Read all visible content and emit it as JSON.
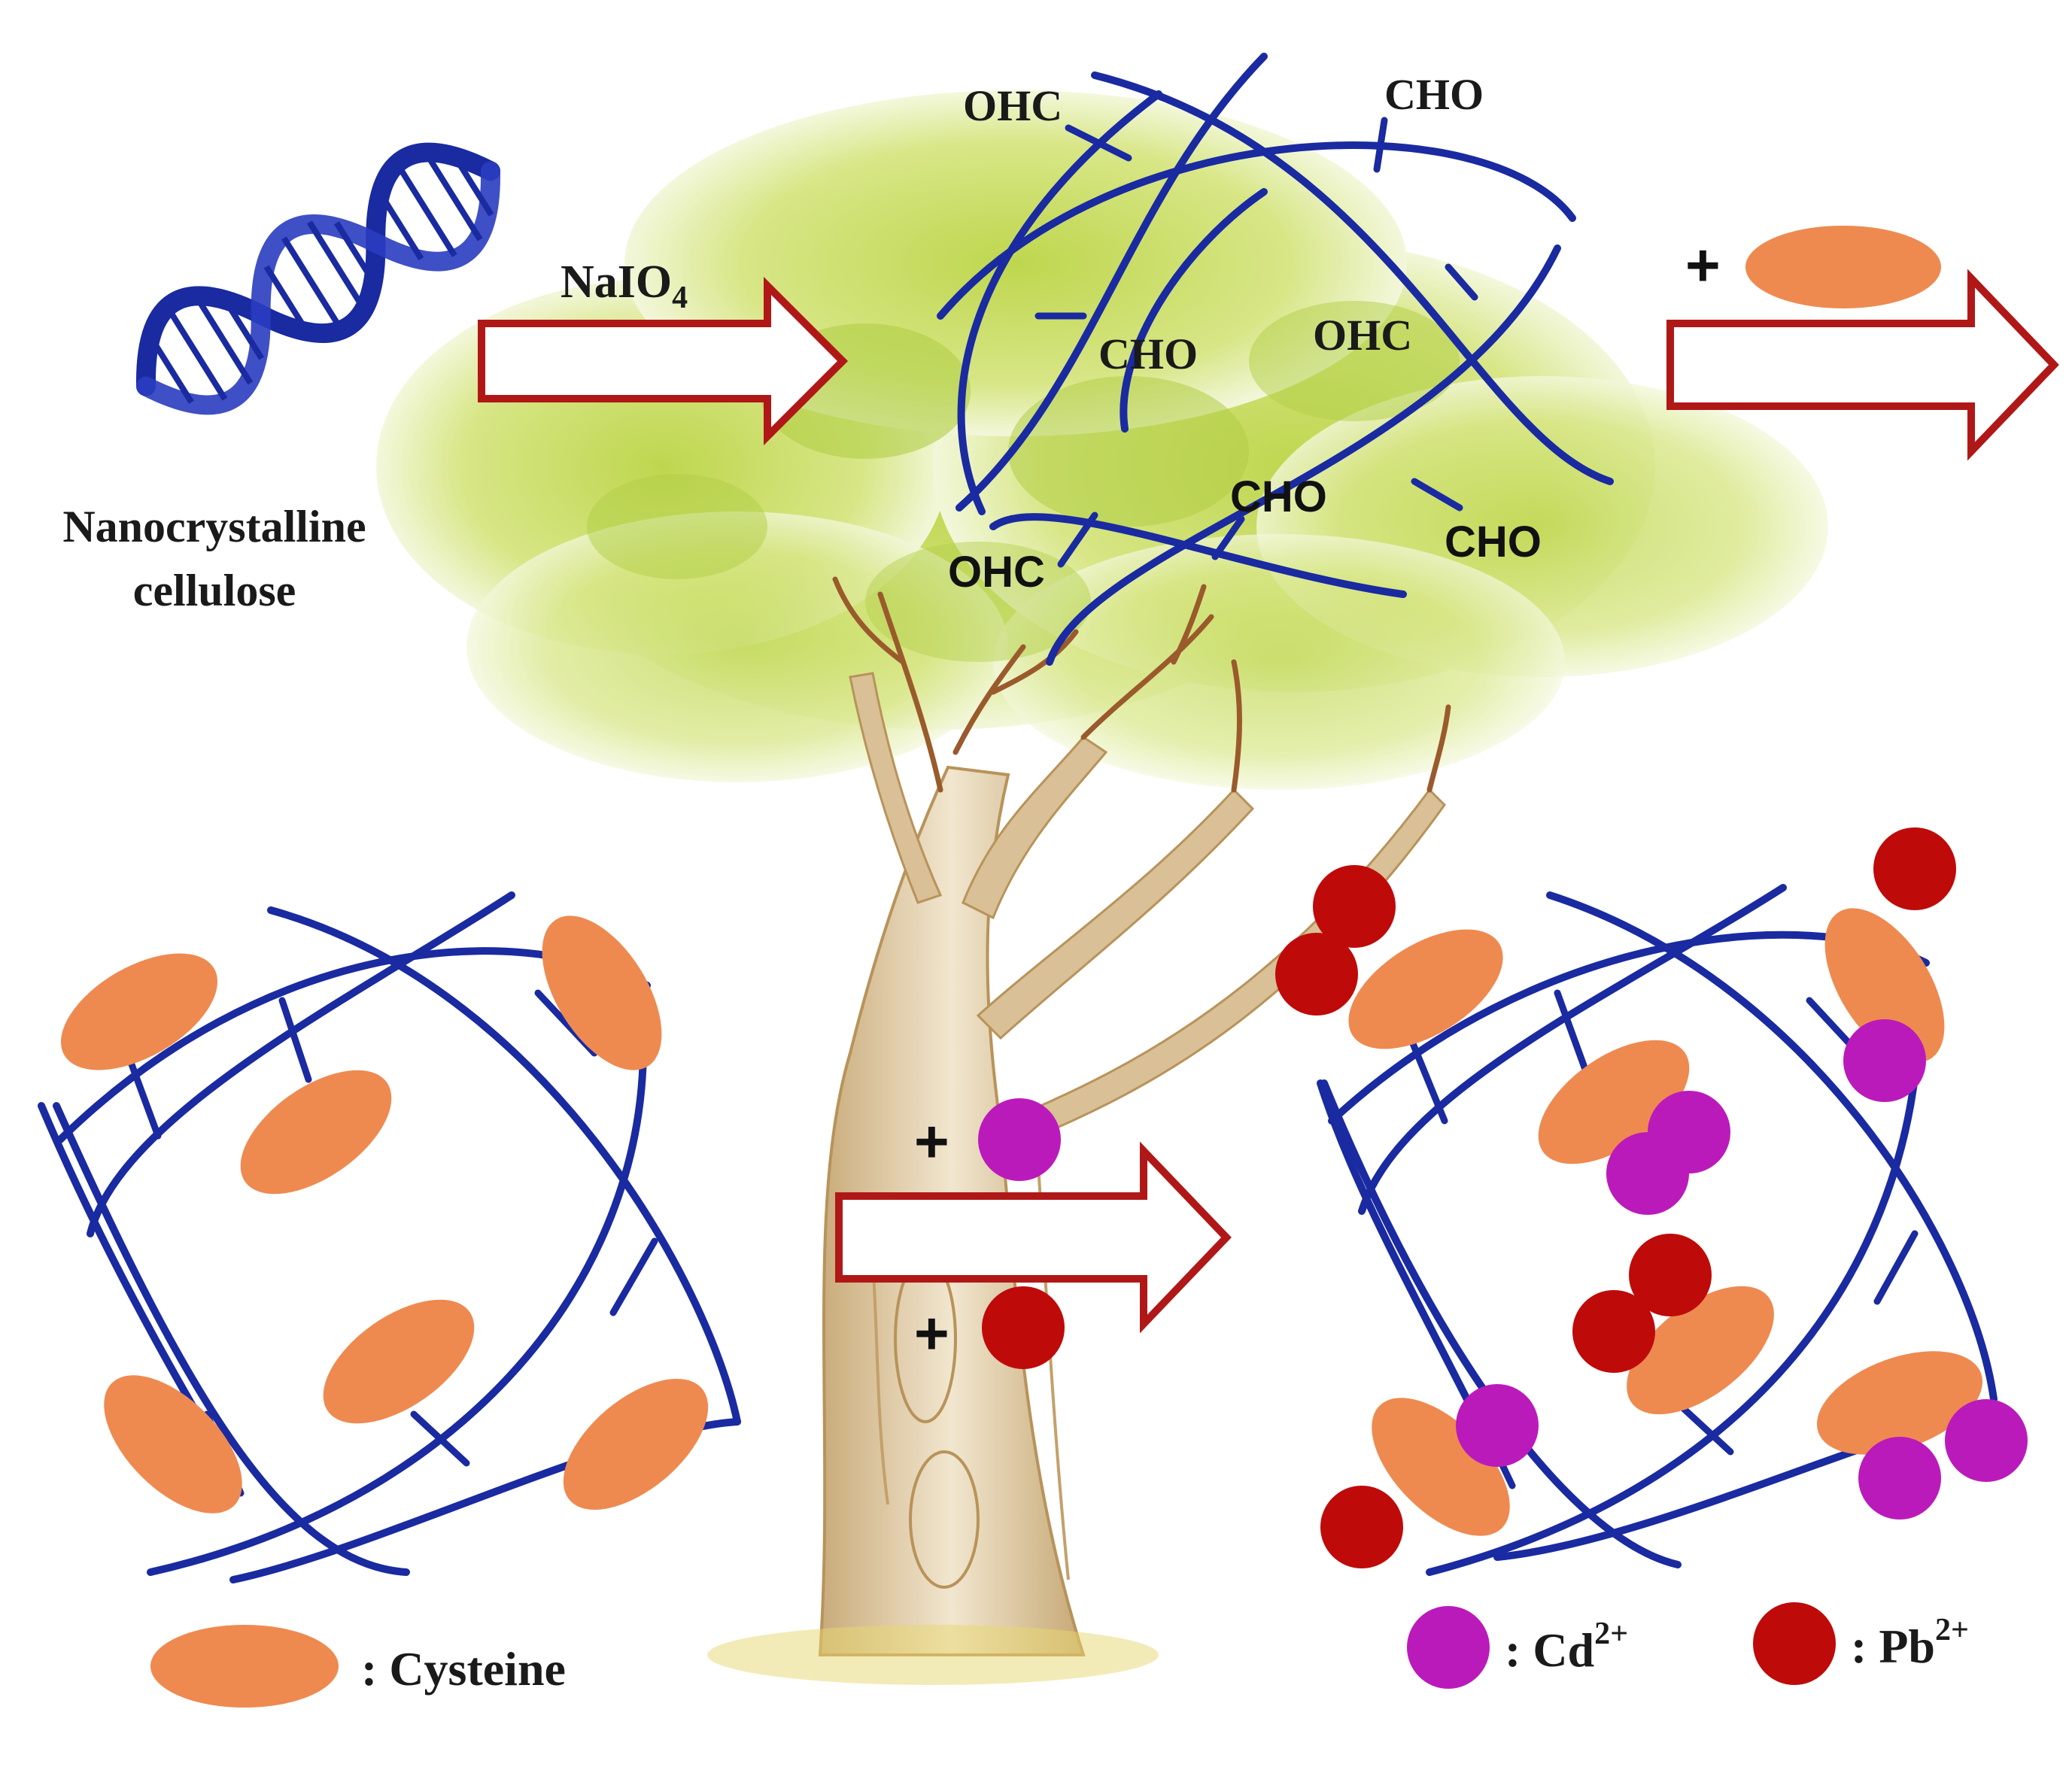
{
  "labels": {
    "nanocrystalline_line1": "Nanocrystalline",
    "nanocrystalline_line2": "cellulose",
    "reagent": "NaIO",
    "reagent_sub": "4",
    "plus": "+",
    "cysteine_legend": ": Cysteine",
    "cd_legend_prefix": ": Cd",
    "cd_charge": "2+",
    "pb_legend_prefix": ": Pb",
    "pb_charge": "2+"
  },
  "aldehyde_groups": [
    {
      "id": "g1",
      "text": "OHC"
    },
    {
      "id": "g2",
      "text": "CHO"
    },
    {
      "id": "g3",
      "text": "CHO"
    },
    {
      "id": "g4",
      "text": "OHC"
    },
    {
      "id": "g5",
      "text": "CHO"
    },
    {
      "id": "g6",
      "text": "CHO"
    },
    {
      "id": "g7",
      "text": "OHC"
    }
  ],
  "colors": {
    "network": "#1a2aa0",
    "arrow": "#b01818",
    "cysteine": "#ee8a50",
    "cd": "#bb1abb",
    "pb": "#bf0a0a",
    "foliage": "#c8dc5a",
    "trunk": "#dcc7a0"
  },
  "icons": [
    "dna-helix-icon"
  ]
}
